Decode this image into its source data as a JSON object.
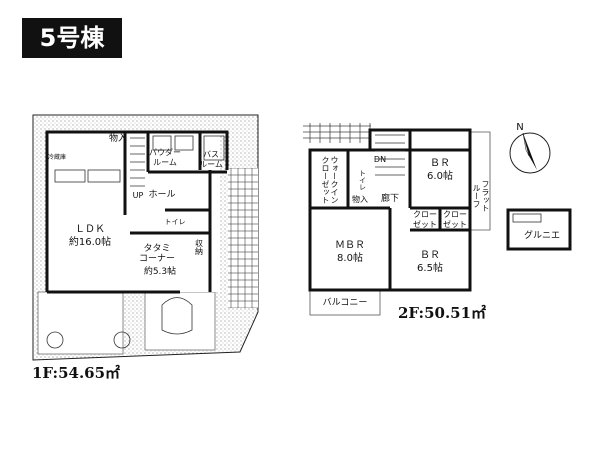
{
  "title": "5号棟",
  "floor1": {
    "area": "1F:54.65㎡",
    "rooms": {
      "ldk": "ＬＤＫ",
      "ldk_size": "約16.0帖",
      "storage": "物入",
      "powder": "パウダー\nルーム",
      "bath": "バス\nルーム",
      "fridge": "冷蔵庫",
      "up": "UP",
      "hall": "ホール",
      "toilet": "トイレ",
      "tatami": "タタミ\nコーナー",
      "tatami_size": "約5.3帖",
      "closet": "収納"
    }
  },
  "floor2": {
    "area": "2F:50.51㎡",
    "rooms": {
      "wic": "ウォークイン\nクローゼット",
      "toilet": "トイレ",
      "storage": "物入",
      "dn": "DN",
      "corridor": "廊下",
      "br1": "ＢＲ",
      "br1_size": "6.0帖",
      "flat_roof": "フラット\nルーフ",
      "closet_a": "クロー\nゼット",
      "closet_b": "クロー\nゼット",
      "mbr": "ＭＢＲ",
      "mbr_size": "8.0帖",
      "br2": "ＢＲ",
      "br2_size": "6.5帖",
      "balcony": "バルコニー"
    }
  },
  "attic": {
    "label": "グルニエ"
  },
  "compass": {
    "label": "N"
  }
}
